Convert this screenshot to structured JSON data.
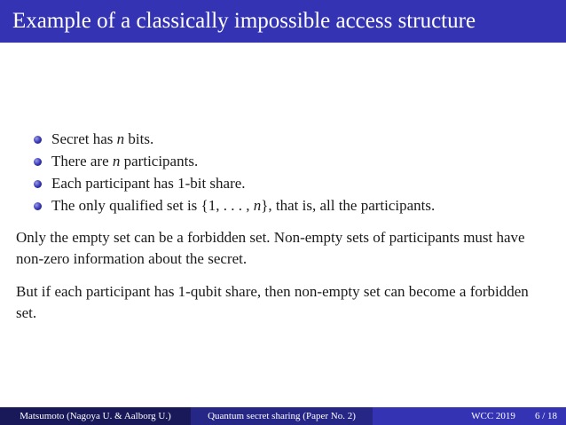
{
  "slide": {
    "title": "Example of a classically impossible access structure",
    "bullets": [
      {
        "pre": "Secret has ",
        "var": "n",
        "post": " bits."
      },
      {
        "pre": "There are ",
        "var": "n",
        "post": " participants."
      },
      {
        "pre": "Each participant has 1-bit share.",
        "var": "",
        "post": ""
      },
      {
        "pre": "The only qualified set is {1, . . . , ",
        "var": "n",
        "post": "}, that is, all the participants."
      }
    ],
    "paragraphs": [
      "Only the empty set can be a forbidden set. Non-empty sets of participants must have non-zero information about the secret.",
      "But if each participant has 1-qubit share, then non-empty set can become a forbidden set."
    ]
  },
  "footer": {
    "author": "Matsumoto  (Nagoya U. & Aalborg U.)",
    "talk_title": "Quantum secret sharing (Paper No. 2)",
    "conference": "WCC 2019",
    "page": "6 / 18"
  },
  "colors": {
    "title_bar": "#3333b3",
    "footer_dark": "#19195a",
    "footer_mid": "#262687",
    "footer_light": "#3333b3"
  }
}
